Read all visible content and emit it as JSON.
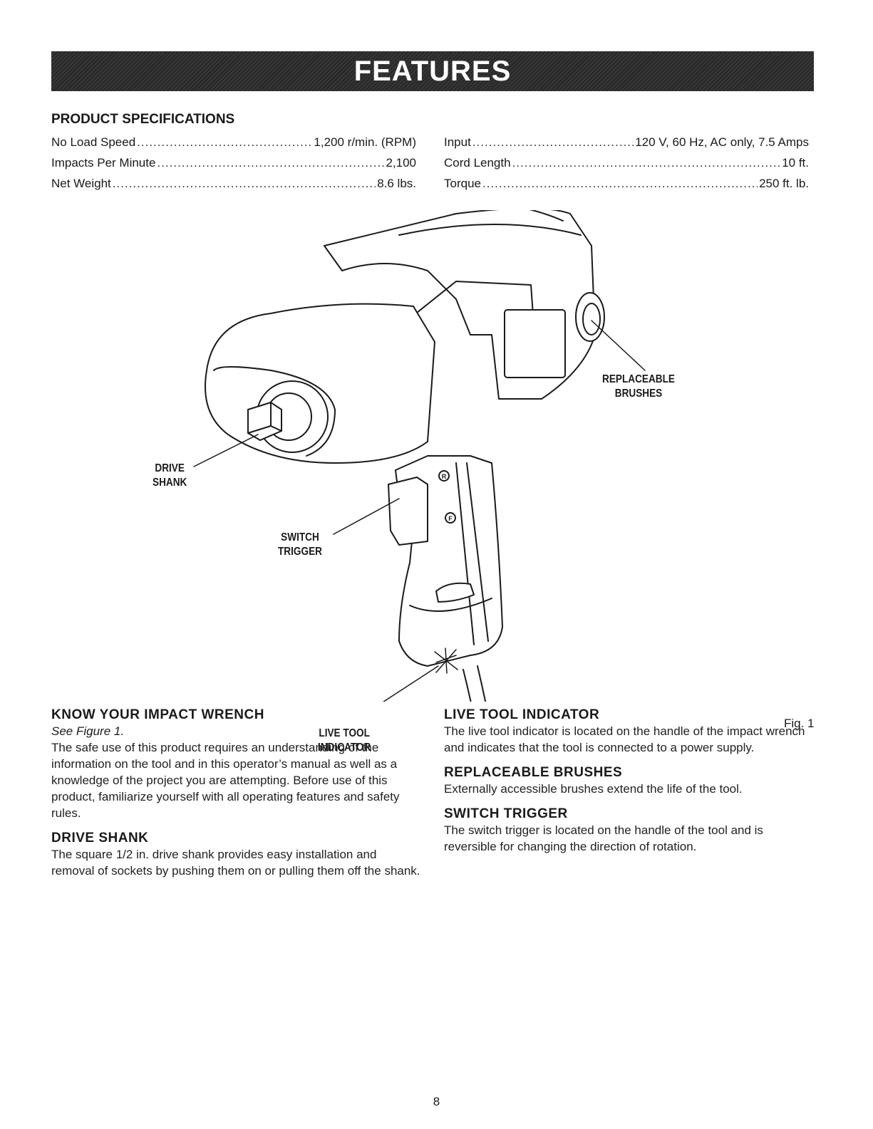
{
  "banner": {
    "title": "FEATURES"
  },
  "specs": {
    "heading": "PRODUCT SPECIFICATIONS",
    "left": [
      {
        "label": "No Load Speed",
        "value": "1,200 r/min. (RPM)"
      },
      {
        "label": "Impacts Per Minute",
        "value": "2,100"
      },
      {
        "label": "Net Weight",
        "value": "8.6 lbs."
      }
    ],
    "right": [
      {
        "label": "Input",
        "value": "120 V, 60 Hz, AC only, 7.5 Amps"
      },
      {
        "label": "Cord Length",
        "value": "10 ft."
      },
      {
        "label": "Torque",
        "value": "250 ft. lb."
      }
    ]
  },
  "figure": {
    "label": "Fig. 1",
    "callouts": {
      "drive_shank": [
        "DRIVE",
        "SHANK"
      ],
      "switch_trigger": [
        "SWITCH",
        "TRIGGER"
      ],
      "live_tool_indicator": [
        "LIVE TOOL",
        "INDICATOR"
      ],
      "replaceable_brushes": [
        "REPLACEABLE",
        "BRUSHES"
      ]
    },
    "stamp_r": "R",
    "stamp_f": "F"
  },
  "sections": {
    "know": {
      "heading": "KNOW YOUR IMPACT WRENCH",
      "reference": "See Figure 1.",
      "body": "The safe use of this product requires an understanding of the information on the tool and in this operator’s manual as well as a knowledge of the project you are attempting. Before use of this product, familiarize yourself with all operating features and safety rules."
    },
    "drive_shank": {
      "heading": "DRIVE SHANK",
      "body": "The square 1/2 in. drive shank provides easy installation and removal of sockets by pushing them on or pulling them off the shank."
    },
    "live_tool": {
      "heading": "LIVE TOOL INDICATOR",
      "body": "The live tool indicator is located on the handle of the impact wrench and indicates that the tool is connected to a power supply."
    },
    "brushes": {
      "heading": "REPLACEABLE BRUSHES",
      "body": "Externally accessible brushes extend the life of the tool."
    },
    "trigger": {
      "heading": "SWITCH TRIGGER",
      "body": "The switch trigger is located on the handle of the tool and is reversible for changing the direction of rotation."
    }
  },
  "page_number": "8"
}
